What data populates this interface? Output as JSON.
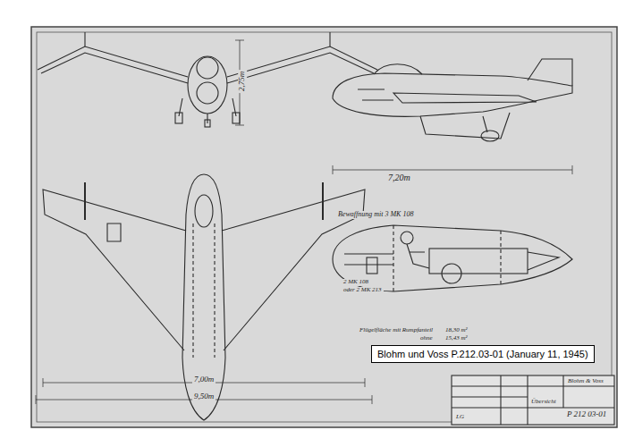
{
  "diagram": {
    "caption": "Blohm und Voss P.212.03-01 (January 11, 1945)",
    "labels": [
      "2,75m",
      "7,20m",
      "Bewaffnung mit 3 MK 108",
      "2 MK 108",
      "oder 2 MK 213",
      "Flügelfläche mit Rumpfanteil",
      "18,30 m²",
      "ohne",
      "15,43 m²",
      "7,00m",
      "9,50m",
      "Blohm & Voss",
      "P 212 03-01",
      "Übersicht",
      "LG"
    ]
  }
}
